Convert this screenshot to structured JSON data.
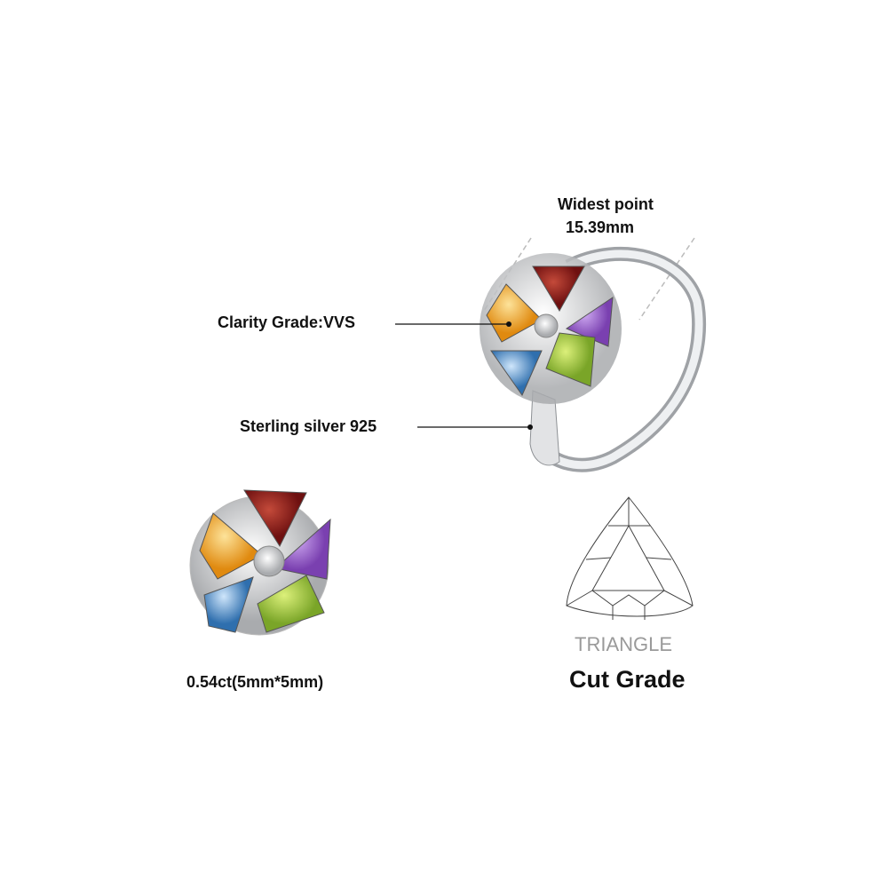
{
  "annotations": {
    "widest_label": "Widest point",
    "widest_value": "15.39mm",
    "clarity": "Clarity Grade:VVS",
    "material": "Sterling silver 925",
    "carat": "0.54ct(5mm*5mm)",
    "cut_shape": "TRIANGLE",
    "cut_title": "Cut Grade"
  },
  "colors": {
    "garnet": "#8e1a1a",
    "amethyst": "#9a62cf",
    "peridot": "#9ec43a",
    "topaz": "#4f8fc8",
    "citrine": "#f0a830",
    "silver": "#d9dadc"
  }
}
